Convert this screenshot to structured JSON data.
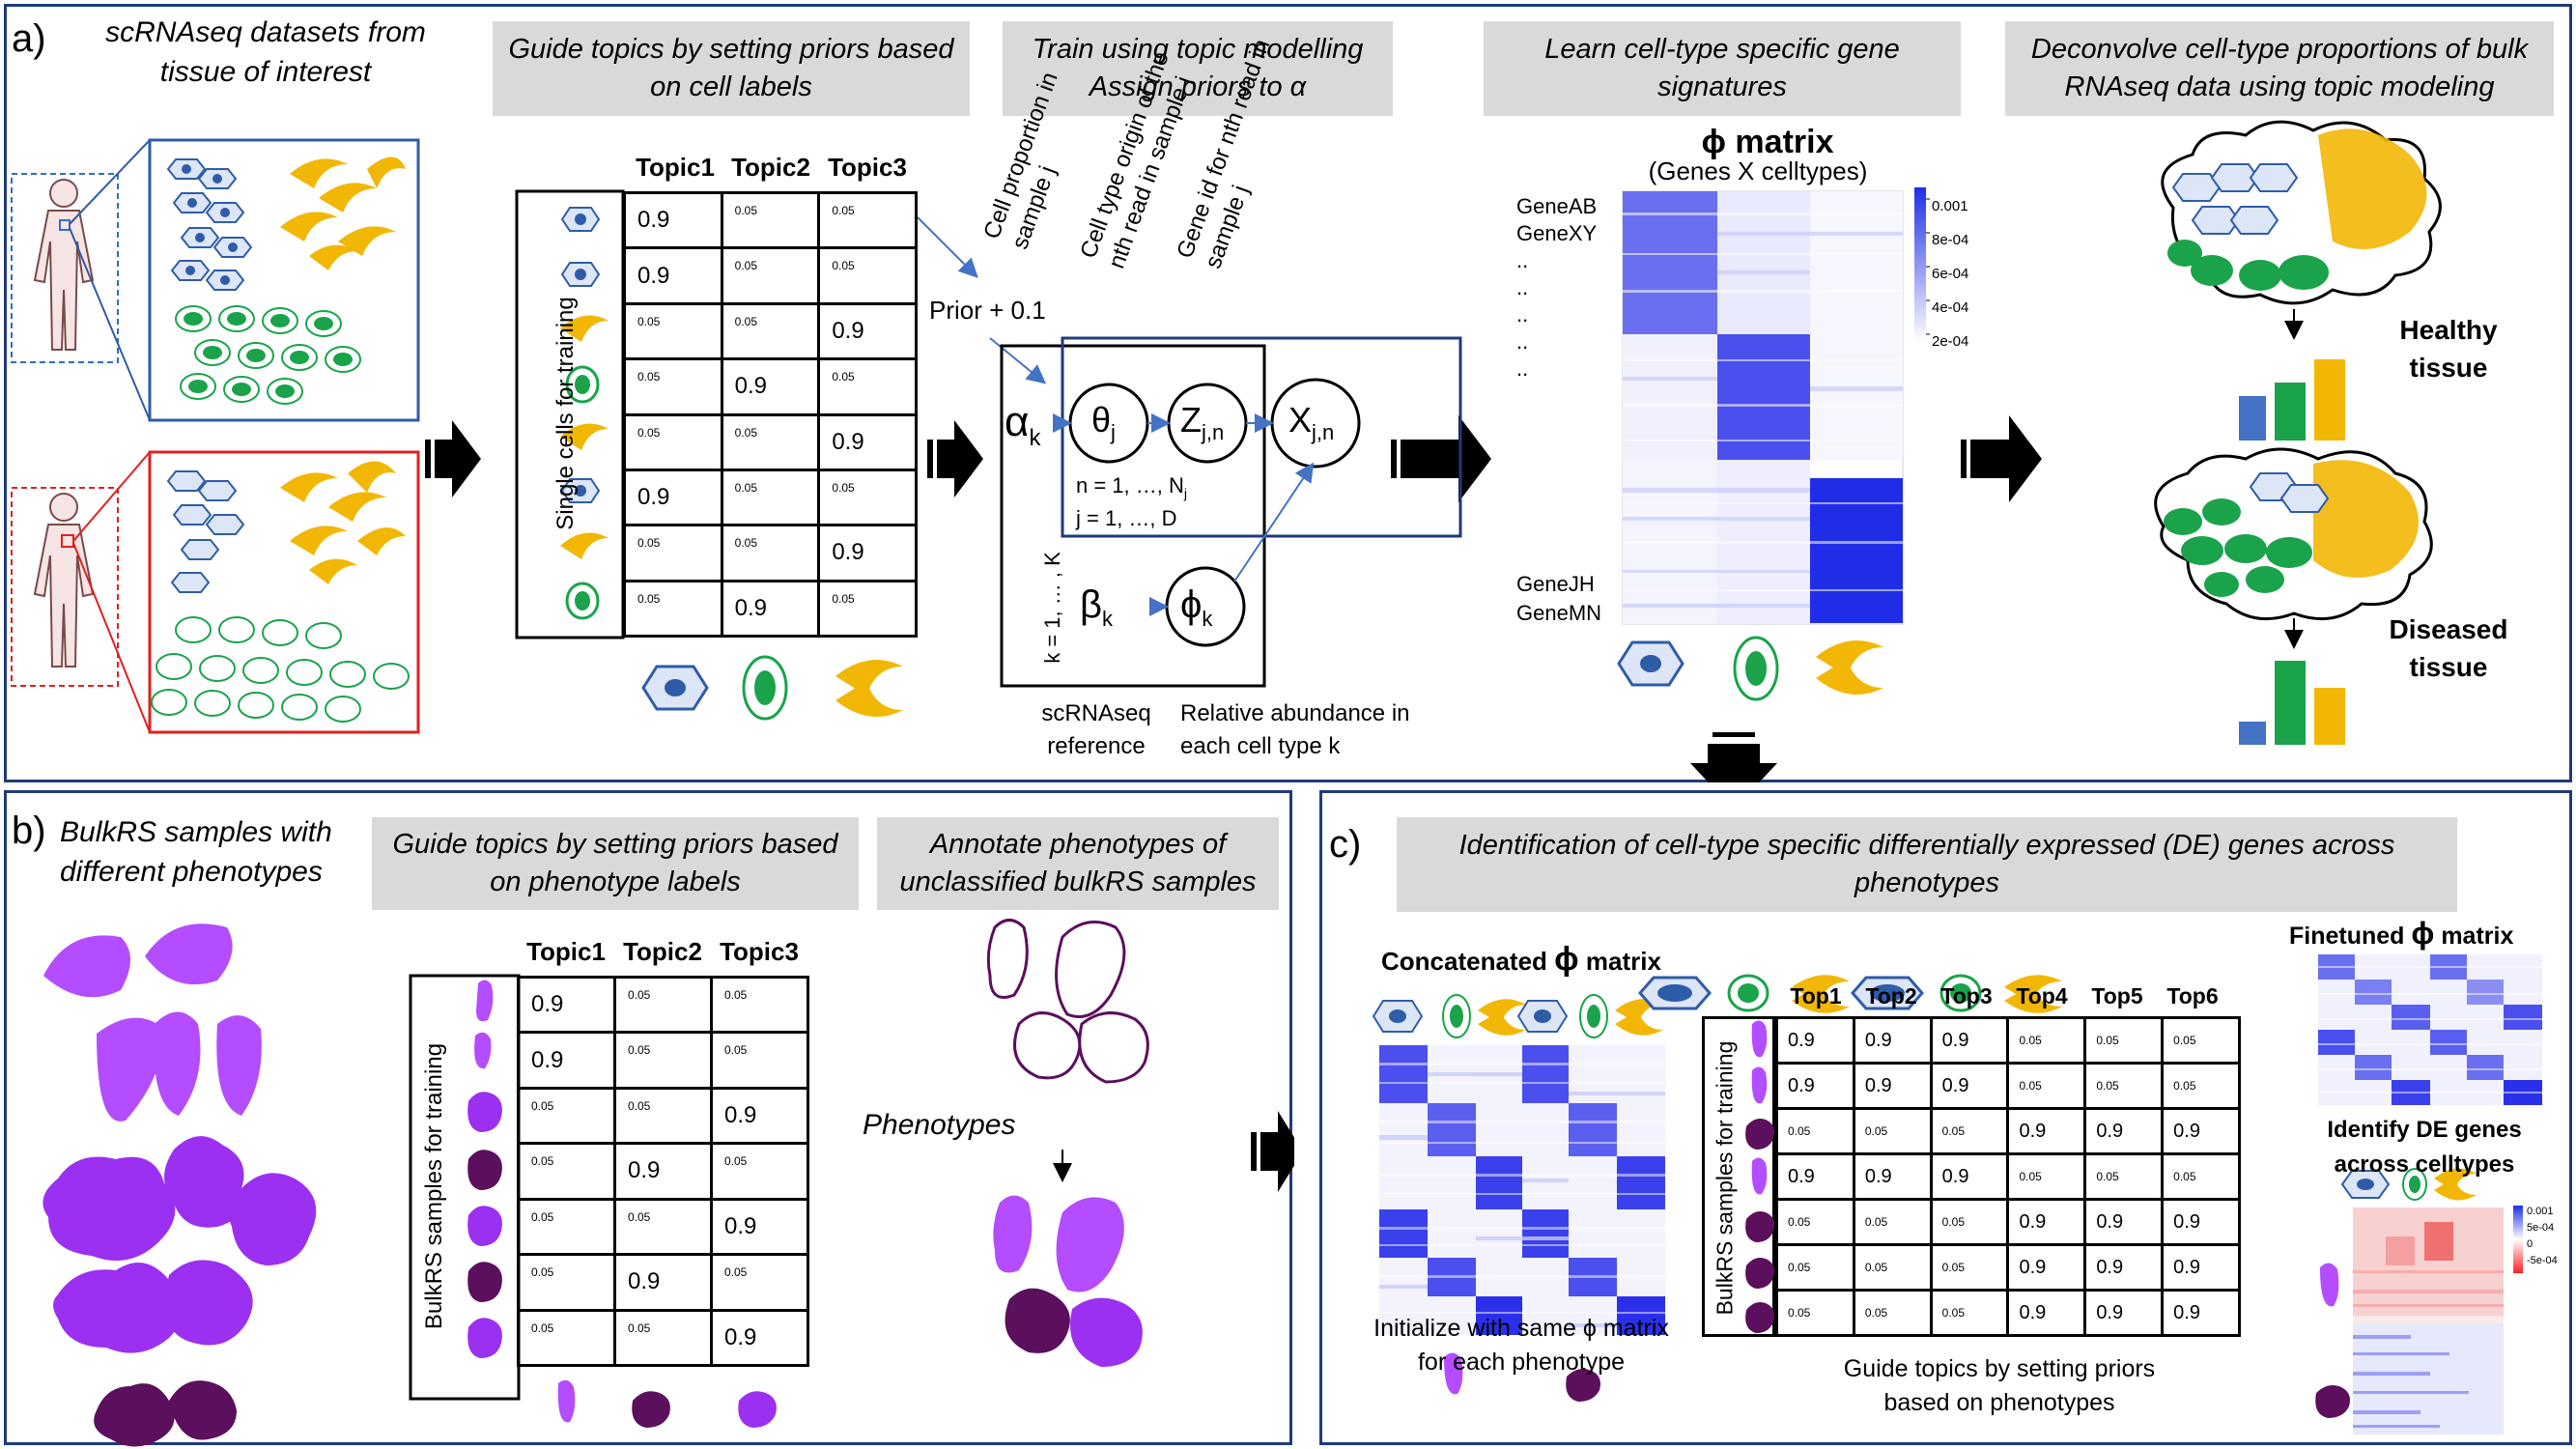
{
  "panel_a": {
    "label": "a)",
    "datasets_title": "scRNAseq datasets from tissue of interest",
    "header_priors": "Guide topics by setting priors based on cell labels",
    "header_train": "Train using topic modelling Assign priors to α",
    "header_learn": "Learn cell-type specific gene signatures",
    "header_deconvolve": "Deconvolve cell-type proportions of bulk RNAseq data using topic modeling",
    "table_col_headers": [
      "Topic1",
      "Topic2",
      "Topic3"
    ],
    "table_side_label": "Single cells for training",
    "table_rows": [
      [
        "0.9",
        "0.05",
        "0.05"
      ],
      [
        "0.9",
        "0.05",
        "0.05"
      ],
      [
        "0.05",
        "0.05",
        "0.9"
      ],
      [
        "0.05",
        "0.9",
        "0.05"
      ],
      [
        "0.05",
        "0.05",
        "0.9"
      ],
      [
        "0.9",
        "0.05",
        "0.05"
      ],
      [
        "0.05",
        "0.05",
        "0.9"
      ],
      [
        "0.05",
        "0.9",
        "0.05"
      ]
    ],
    "prior_label": "Prior + 0.1",
    "rot_label_1": "Cell proportion in sample j",
    "rot_label_2": "Cell type origin of the nth read in sample j",
    "rot_label_3": "Gene id for nth read in sample j",
    "node_alpha": "α",
    "node_alpha_sub": "k",
    "node_theta": "θ",
    "node_theta_sub": "j",
    "node_z": "Z",
    "node_z_sub": "j,n",
    "node_x": "X",
    "node_x_sub": "j,n",
    "node_beta": "β",
    "node_beta_sub": "k",
    "node_phi": "ϕ",
    "node_phi_sub": "k",
    "plate_n": "n = 1, …, N",
    "plate_n_sub": "j",
    "plate_j": "j = 1, …, D",
    "plate_k": "k = 1, … , K",
    "caption_ref": "scRNAseq reference",
    "caption_abundance": "Relative abundance in each cell type k",
    "phi_title": "ϕ matrix",
    "phi_subtitle": "(Genes X celltypes)",
    "gene_labels_top": [
      "GeneAB",
      "GeneXY",
      "..",
      "..",
      "..",
      "..",
      ".."
    ],
    "gene_labels_bottom": [
      "GeneJH",
      "GeneMN"
    ],
    "colorbar_ticks": [
      "0.001",
      "8e-04",
      "6e-04",
      "4e-04",
      "2e-04"
    ],
    "healthy_label": "Healthy tissue",
    "diseased_label": "Diseased tissue"
  },
  "panel_b": {
    "label": "b)",
    "title": "BulkRS samples with different phenotypes",
    "header_priors": "Guide topics by setting priors based on phenotype labels",
    "header_annotate": "Annotate phenotypes of unclassified bulkRS samples",
    "table_col_headers": [
      "Topic1",
      "Topic2",
      "Topic3"
    ],
    "table_side_label": "BulkRS samples  for training",
    "table_rows": [
      [
        "0.9",
        "0.05",
        "0.05"
      ],
      [
        "0.9",
        "0.05",
        "0.05"
      ],
      [
        "0.05",
        "0.05",
        "0.9"
      ],
      [
        "0.05",
        "0.9",
        "0.05"
      ],
      [
        "0.05",
        "0.05",
        "0.9"
      ],
      [
        "0.05",
        "0.9",
        "0.05"
      ],
      [
        "0.05",
        "0.05",
        "0.9"
      ]
    ],
    "phenotypes_label": "Phenotypes"
  },
  "panel_c": {
    "label": "c)",
    "header": "Identification of cell-type specific differentially expressed (DE) genes across phenotypes",
    "concat_title": "Concatenated",
    "concat_phi": "ϕ",
    "concat_suffix": "matrix",
    "init_caption": "Initialize with same ϕ matrix for each phenotype",
    "table_col_headers": [
      "Top1",
      "Top2",
      "Top3",
      "Top4",
      "Top5",
      "Top6"
    ],
    "table_side_label": "BulkRS samples  for training",
    "table_rows": [
      [
        "0.9",
        "0.9",
        "0.9",
        "0.05",
        "0.05",
        "0.05"
      ],
      [
        "0.9",
        "0.9",
        "0.9",
        "0.05",
        "0.05",
        "0.05"
      ],
      [
        "0.05",
        "0.05",
        "0.05",
        "0.9",
        "0.9",
        "0.9"
      ],
      [
        "0.9",
        "0.9",
        "0.9",
        "0.05",
        "0.05",
        "0.05"
      ],
      [
        "0.05",
        "0.05",
        "0.05",
        "0.9",
        "0.9",
        "0.9"
      ],
      [
        "0.05",
        "0.05",
        "0.05",
        "0.9",
        "0.9",
        "0.9"
      ],
      [
        "0.05",
        "0.05",
        "0.05",
        "0.9",
        "0.9",
        "0.9"
      ]
    ],
    "guide_caption": "Guide topics by setting priors based on phenotypes",
    "finetuned_title": "Finetuned",
    "finetuned_phi": "ϕ",
    "finetuned_suffix": "matrix",
    "de_title": "Identify DE genes across celltypes",
    "de_colorbar_ticks": [
      "0.001",
      "5e-04",
      "0",
      "-5e-04"
    ]
  },
  "colors": {
    "panel_border": "#1f3b7a",
    "blue_cell": "#2f5ca8",
    "green_cell": "#1aa34a",
    "yellow_cell": "#f2b705",
    "violet": "#b34dff",
    "dark_purple": "#5c0f5c",
    "heatmap_blue": "#1f2ee6",
    "header_gray": "#d9d9d9"
  }
}
